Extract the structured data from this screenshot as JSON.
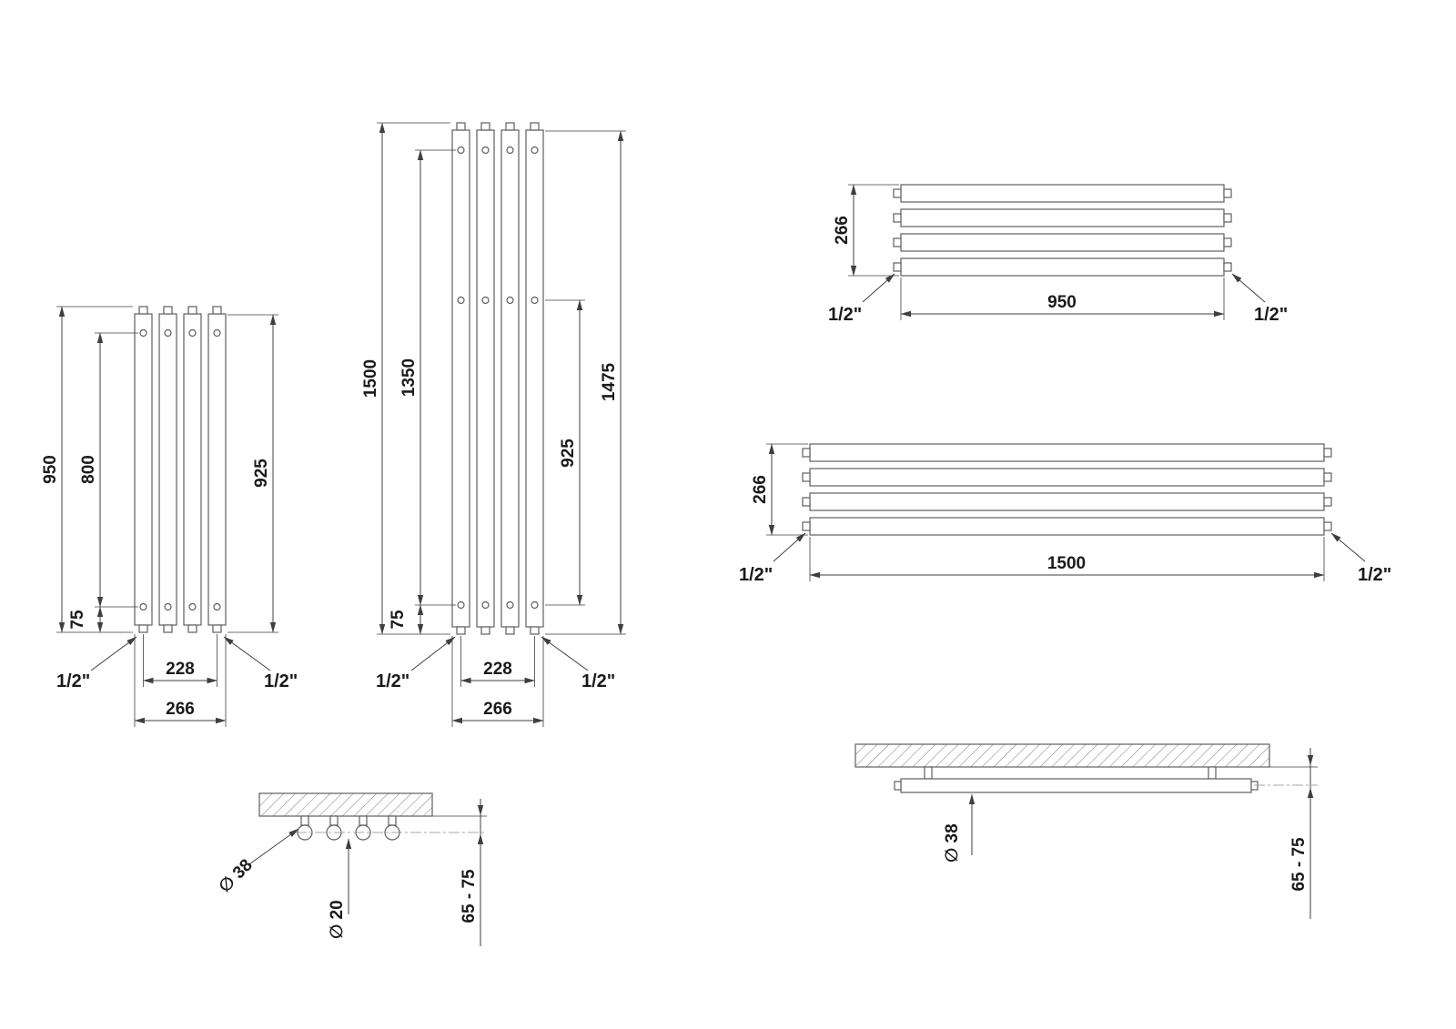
{
  "v950": {
    "overall_height": "950",
    "bracket_spacing": "800",
    "bottom_offset": "75",
    "side_height": "925",
    "tube_spacing": "228",
    "overall_width": "266",
    "conn_left": "1/2\"",
    "conn_right": "1/2\""
  },
  "v1500": {
    "overall_height": "1500",
    "bracket_spacing": "1350",
    "bottom_offset": "75",
    "side_bracket_spacing": "925",
    "side_height": "1475",
    "tube_spacing": "228",
    "overall_width": "266",
    "conn_left": "1/2\"",
    "conn_right": "1/2\""
  },
  "h950": {
    "overall_depth": "266",
    "overall_length": "950",
    "conn_left": "1/2\"",
    "conn_right": "1/2\""
  },
  "h1500": {
    "overall_depth": "266",
    "overall_length": "1500",
    "conn_left": "1/2\"",
    "conn_right": "1/2\""
  },
  "detail_v": {
    "tube_diameter": "∅ 38",
    "pipe_diameter": "∅ 20",
    "wall_distance": "65 - 75"
  },
  "detail_h": {
    "tube_diameter": "∅ 38",
    "wall_distance": "65 - 75"
  }
}
